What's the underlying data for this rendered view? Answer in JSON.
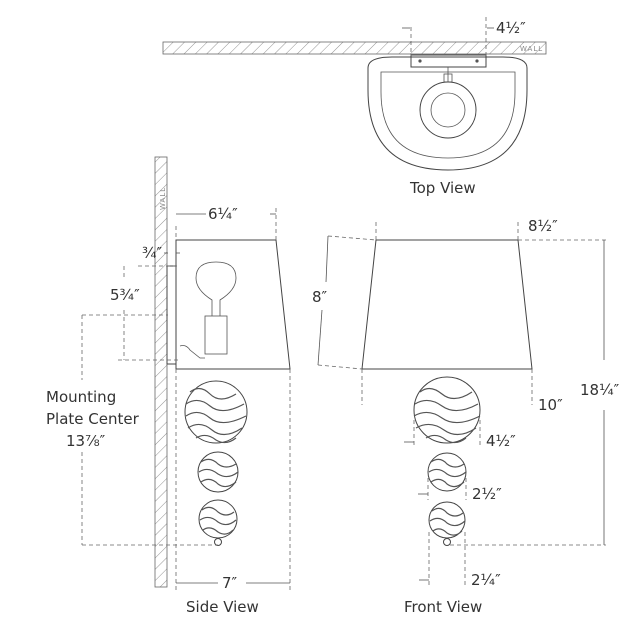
{
  "views": {
    "top": "Top View",
    "side": "Side View",
    "front": "Front View"
  },
  "wall_label": "WALL",
  "dimensions": {
    "top_backplate_width": "4½″",
    "side_shade_depth": "6¼″",
    "side_offset": "¾″",
    "side_backplate_height": "5¾″",
    "side_overall_depth": "7″",
    "front_shade_top": "8½″",
    "front_shade_height": "8″",
    "front_shade_bottom": "10″",
    "front_overall_height": "18¼″",
    "front_ball_large": "4½″",
    "front_ball_medium": "2½″",
    "front_ball_small": "2¼″"
  },
  "mounting": {
    "line1": "Mounting",
    "line2": "Plate Center",
    "value": "13⅞″"
  }
}
